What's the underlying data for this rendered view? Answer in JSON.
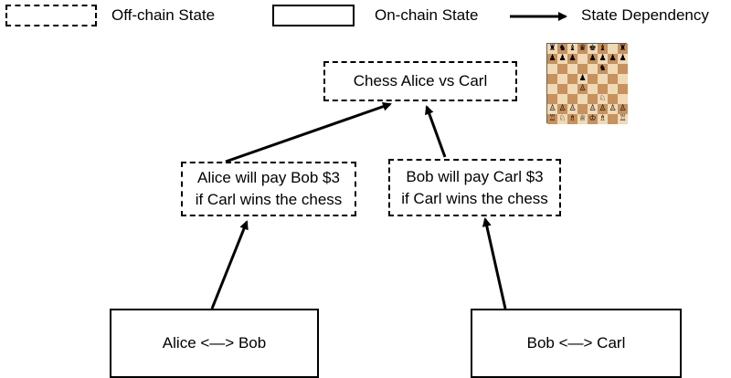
{
  "legend": {
    "off_chain": "Off-chain State",
    "on_chain": "On-chain State",
    "dependency": "State Dependency"
  },
  "nodes": {
    "chess": "Chess Alice vs Carl",
    "alice_pays_line1": "Alice will pay Bob $3",
    "alice_pays_line2": "if Carl wins the chess",
    "bob_pays_line1": "Bob will pay Carl $3",
    "bob_pays_line2": "if Carl wins the chess",
    "alice_bob": "Alice <—> Bob",
    "bob_carl": "Bob <—> Carl"
  },
  "chessboard": {
    "icon": "chessboard-icon",
    "ranks": [
      "♜♞♝♛♚♝·♜",
      "♟♟♟·♟♟♟♟",
      "·····♞··",
      "···♟····",
      "···♙····",
      "·····♘··",
      "♙♙♙·♙♙♙♙",
      "♖♘♗♕♔♗·♖"
    ]
  }
}
